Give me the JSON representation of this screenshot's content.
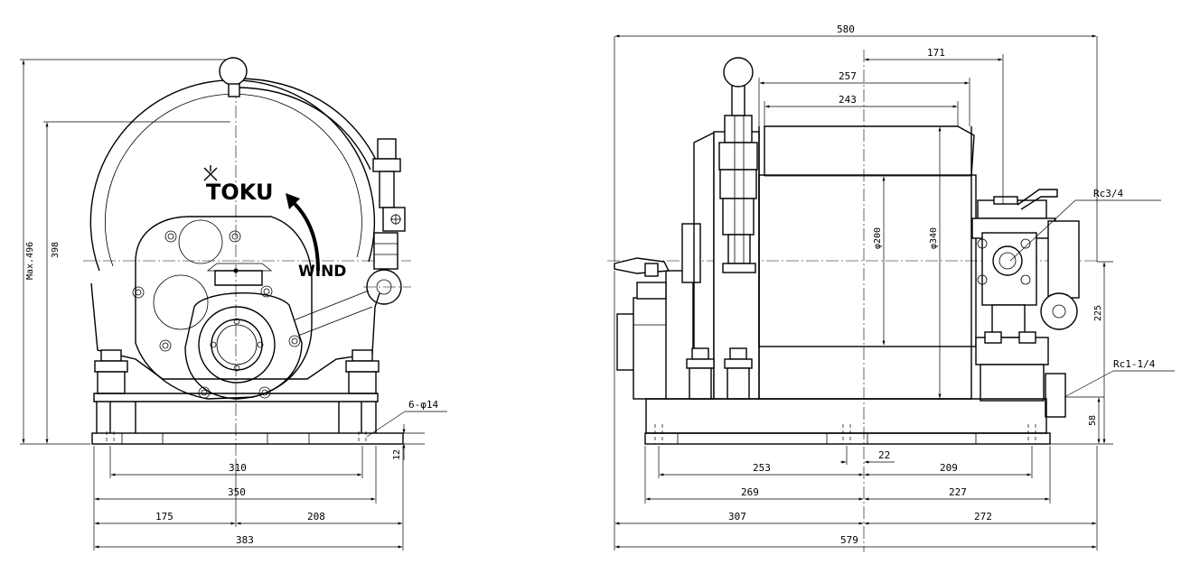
{
  "front_view": {
    "brand_logo_text": "TOKU",
    "rotation_label": "WIND",
    "dimensions": {
      "max_height": "Max.496",
      "height_398": "398",
      "base_thickness": "12",
      "bolt_holes": "6-φ14",
      "bolt_pitch": "310",
      "base_width": "350",
      "left_offset": "175",
      "right_offset": "208",
      "overall_width": "383"
    }
  },
  "side_view": {
    "dimensions": {
      "overall_top": "580",
      "to_valve": "171",
      "drum_flange_width": "257",
      "drum_width": "243",
      "drum_diameter": "φ200",
      "flange_diameter": "φ340",
      "inlet_port": "Rc3/4",
      "outlet_port": "Rc1-1/4",
      "inlet_height": "225",
      "outlet_height": "58",
      "offset_22": "22",
      "left_253": "253",
      "right_209": "209",
      "left_269": "269",
      "right_227": "227",
      "left_307": "307",
      "right_272": "272",
      "overall_bottom": "579"
    }
  }
}
